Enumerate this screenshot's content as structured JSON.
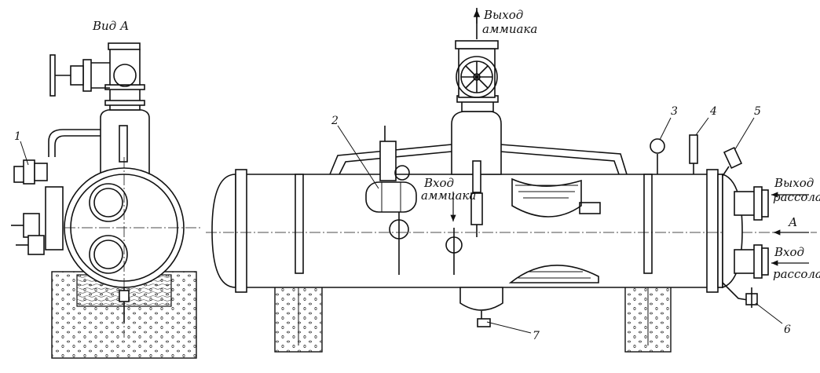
{
  "labels": {
    "view_a": "Вид А",
    "ammonia_out_1": "Выход",
    "ammonia_out_2": "аммиака",
    "ammonia_in_1": "Вход",
    "ammonia_in_2": "аммиака",
    "brine_out_1": "Выход",
    "brine_out_2": "рассола",
    "brine_in_1": "Вход",
    "brine_in_2": "рассола",
    "arrow_a": "А"
  },
  "callouts": [
    "1",
    "2",
    "3",
    "4",
    "5",
    "6",
    "7"
  ]
}
